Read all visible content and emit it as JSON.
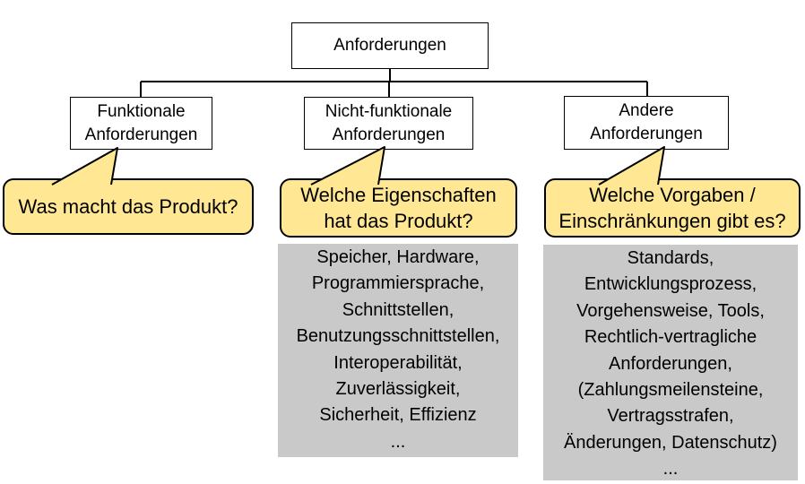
{
  "colors": {
    "background": "#FFFFFF",
    "node_fill": "#FFFFFF",
    "node_border": "#000000",
    "callout_fill": "#FFE794",
    "callout_border": "#000000",
    "panel_fill": "#C9C9C9",
    "connector": "#000000",
    "text": "#000000"
  },
  "tree": {
    "root": {
      "label": "Anforderungen"
    },
    "children": [
      {
        "id": "funktionale-anforderungen",
        "label_lines": [
          "Funktionale",
          "Anforderungen"
        ],
        "callout_lines": [
          "Was macht das Produkt?"
        ],
        "detail_lines": []
      },
      {
        "id": "nicht-funktionale-anforderungen",
        "label_lines": [
          "Nicht-funktionale",
          "Anforderungen"
        ],
        "callout_lines": [
          "Welche Eigenschaften",
          "hat das Produkt?"
        ],
        "detail_lines": [
          "Speicher, Hardware,",
          "Programmiersprache,",
          "Schnittstellen,",
          "Benutzungsschnittstellen,",
          "Interoperabilität,",
          "Zuverlässigkeit,",
          "Sicherheit, Effizienz",
          "..."
        ]
      },
      {
        "id": "andere-anforderungen",
        "label_lines": [
          "Andere",
          "Anforderungen"
        ],
        "callout_lines": [
          "Welche Vorgaben /",
          "Einschränkungen gibt es?"
        ],
        "detail_lines": [
          "Standards,",
          "Entwicklungsprozess,",
          "Vorgehensweise, Tools,",
          "Rechtlich-vertragliche",
          "Anforderungen,",
          "(Zahlungsmeilensteine,",
          "Vertragsstrafen,",
          "Änderungen, Datenschutz)",
          "..."
        ]
      }
    ]
  }
}
